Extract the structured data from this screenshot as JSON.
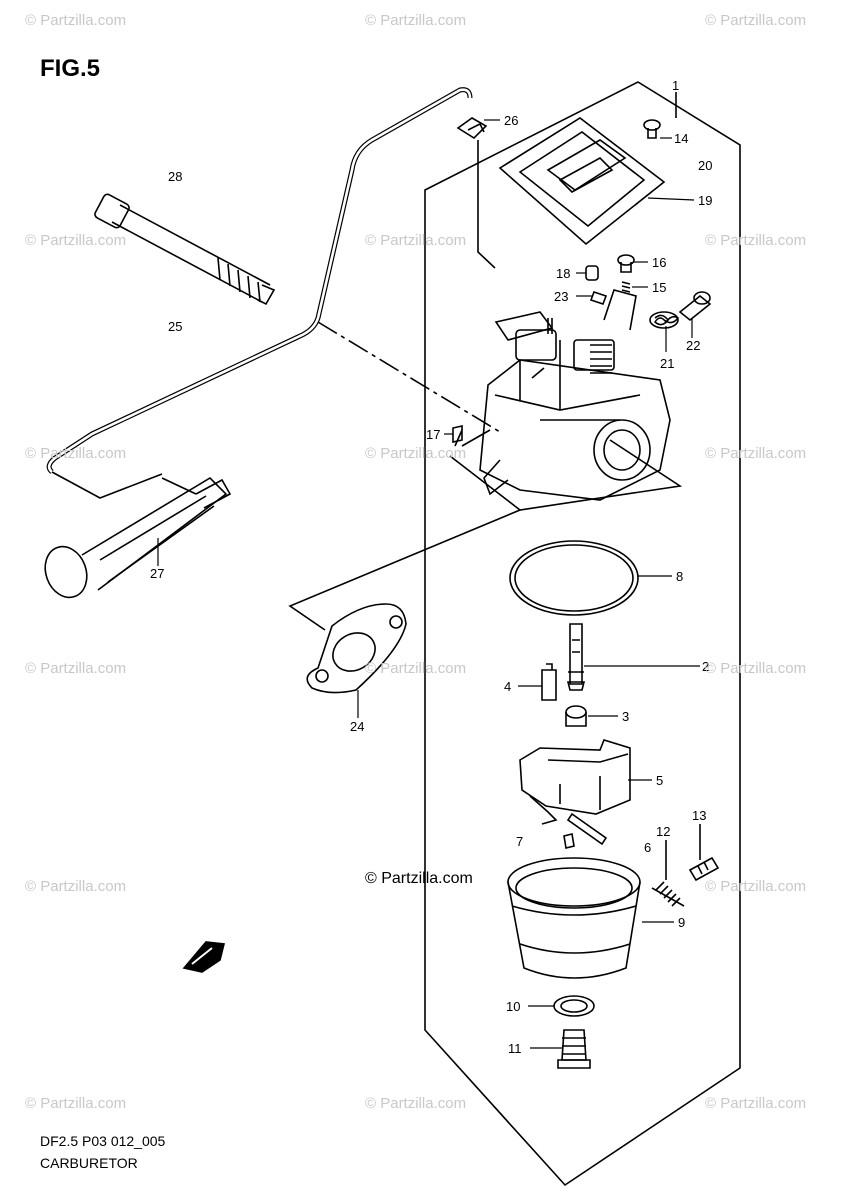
{
  "figure": {
    "title": "FIG.5",
    "code": "DF2.5 P03 012_005",
    "caption": "CARBURETOR"
  },
  "watermark": {
    "text": "© Partzilla.com",
    "center_text": "© Partzilla.com"
  },
  "parts": [
    {
      "id": "1"
    },
    {
      "id": "2"
    },
    {
      "id": "3"
    },
    {
      "id": "4"
    },
    {
      "id": "5"
    },
    {
      "id": "6"
    },
    {
      "id": "7"
    },
    {
      "id": "8"
    },
    {
      "id": "9"
    },
    {
      "id": "10"
    },
    {
      "id": "11"
    },
    {
      "id": "12"
    },
    {
      "id": "13"
    },
    {
      "id": "14"
    },
    {
      "id": "15"
    },
    {
      "id": "16"
    },
    {
      "id": "17"
    },
    {
      "id": "18"
    },
    {
      "id": "19"
    },
    {
      "id": "20"
    },
    {
      "id": "21"
    },
    {
      "id": "22"
    },
    {
      "id": "23"
    },
    {
      "id": "24"
    },
    {
      "id": "25"
    },
    {
      "id": "26"
    },
    {
      "id": "27"
    },
    {
      "id": "28"
    }
  ],
  "icons": {
    "fwd_arrow": "fwd-arrow-icon"
  }
}
